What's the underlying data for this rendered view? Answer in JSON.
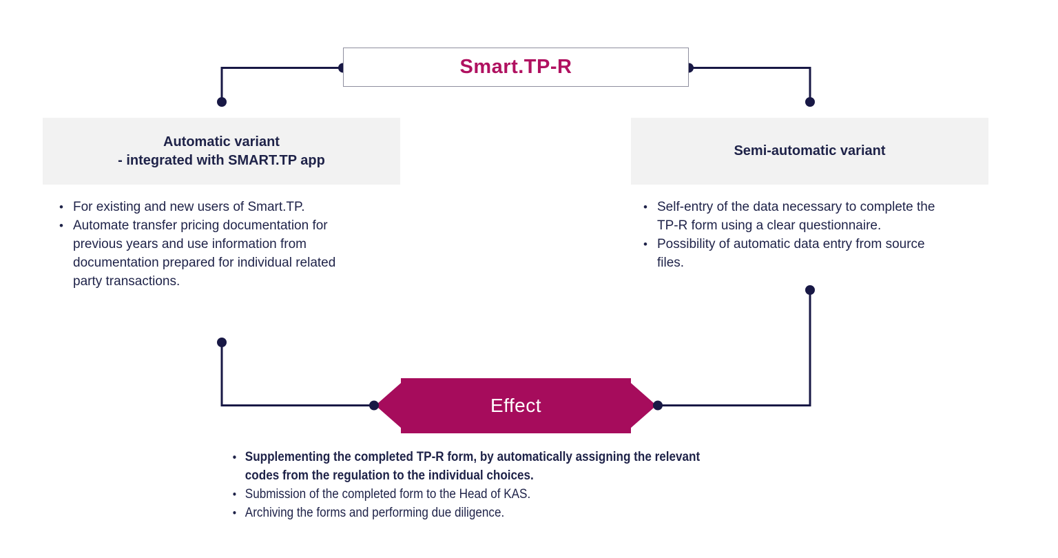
{
  "colors": {
    "navy": "#181845",
    "text-navy": "#1E2248",
    "magenta": "#A60C5C",
    "title-magenta": "#B01160",
    "box-gray": "#F2F2F2",
    "border-gray": "#8E8E9E",
    "bg": "#FFFFFF"
  },
  "title": "Smart.TP-R",
  "left_branch": {
    "heading": "Automatic variant\n- integrated with SMART.TP app",
    "items": [
      "For existing and new users of Smart.TP.",
      "Automate transfer pricing documentation for\nprevious years and use information from\ndocumentation prepared for individual related\nparty transactions."
    ]
  },
  "right_branch": {
    "heading": "Semi-automatic variant",
    "items": [
      "Self-entry of the data necessary to complete the\nTP-R form using a clear questionnaire.",
      "Possibility of automatic data entry from source\nfiles."
    ]
  },
  "effect": {
    "label": "Effect",
    "items": [
      "Supplementing the completed TP-R form, by automatically assigning the relevant\ncodes from the regulation to the individual choices.",
      "Submission of the completed form to the Head of KAS.",
      "Archiving the forms and performing due diligence."
    ]
  }
}
